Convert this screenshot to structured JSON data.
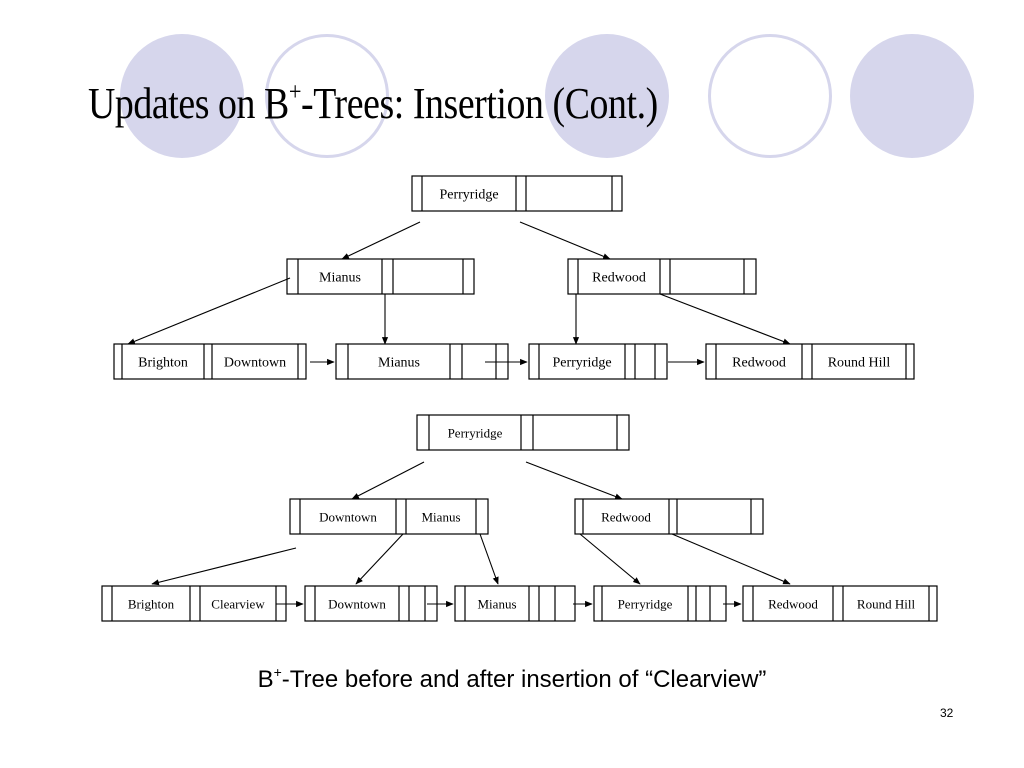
{
  "slide": {
    "title_prefix": "Updates on B",
    "title_sup": "+",
    "title_suffix": "-Trees: Insertion (Cont.)",
    "caption_prefix": "B",
    "caption_sup": "+",
    "caption_suffix": "-Tree before and after insertion of “Clearview”",
    "page_number": "32"
  },
  "colors": {
    "circle_fill": "#d6d6ec",
    "ink": "#000000",
    "background": "#ffffff"
  },
  "tree_before": {
    "root": [
      "Perryridge",
      ""
    ],
    "internal": [
      [
        "Mianus",
        ""
      ],
      [
        "Redwood",
        ""
      ]
    ],
    "leaves": [
      [
        "Brighton",
        "Downtown"
      ],
      [
        "Mianus",
        ""
      ],
      [
        "Perryridge",
        ""
      ],
      [
        "Redwood",
        "Round Hill"
      ]
    ]
  },
  "tree_after": {
    "root": [
      "Perryridge",
      ""
    ],
    "internal": [
      [
        "Downtown",
        "Mianus"
      ],
      [
        "Redwood",
        ""
      ]
    ],
    "leaves": [
      [
        "Brighton",
        "Clearview"
      ],
      [
        "Downtown",
        ""
      ],
      [
        "Mianus",
        ""
      ],
      [
        "Perryridge",
        ""
      ],
      [
        "Redwood",
        "Round Hill"
      ]
    ]
  }
}
